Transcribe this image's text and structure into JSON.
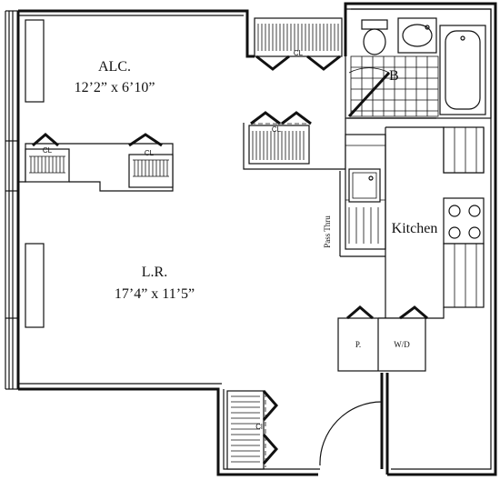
{
  "rooms": {
    "alcove": {
      "name": "ALC.",
      "dimensions": "12’2” x 6’10”"
    },
    "living_room": {
      "name": "L.R.",
      "dimensions": "17’4” x 11’5”"
    },
    "kitchen": {
      "name": "Kitchen"
    },
    "bath": {
      "name": "B"
    }
  },
  "labels": {
    "closet": "CL",
    "closet_alt": "Cl",
    "pass_thru": "Pass Thru",
    "pantry": "P.",
    "washer_dryer": "W/D"
  }
}
